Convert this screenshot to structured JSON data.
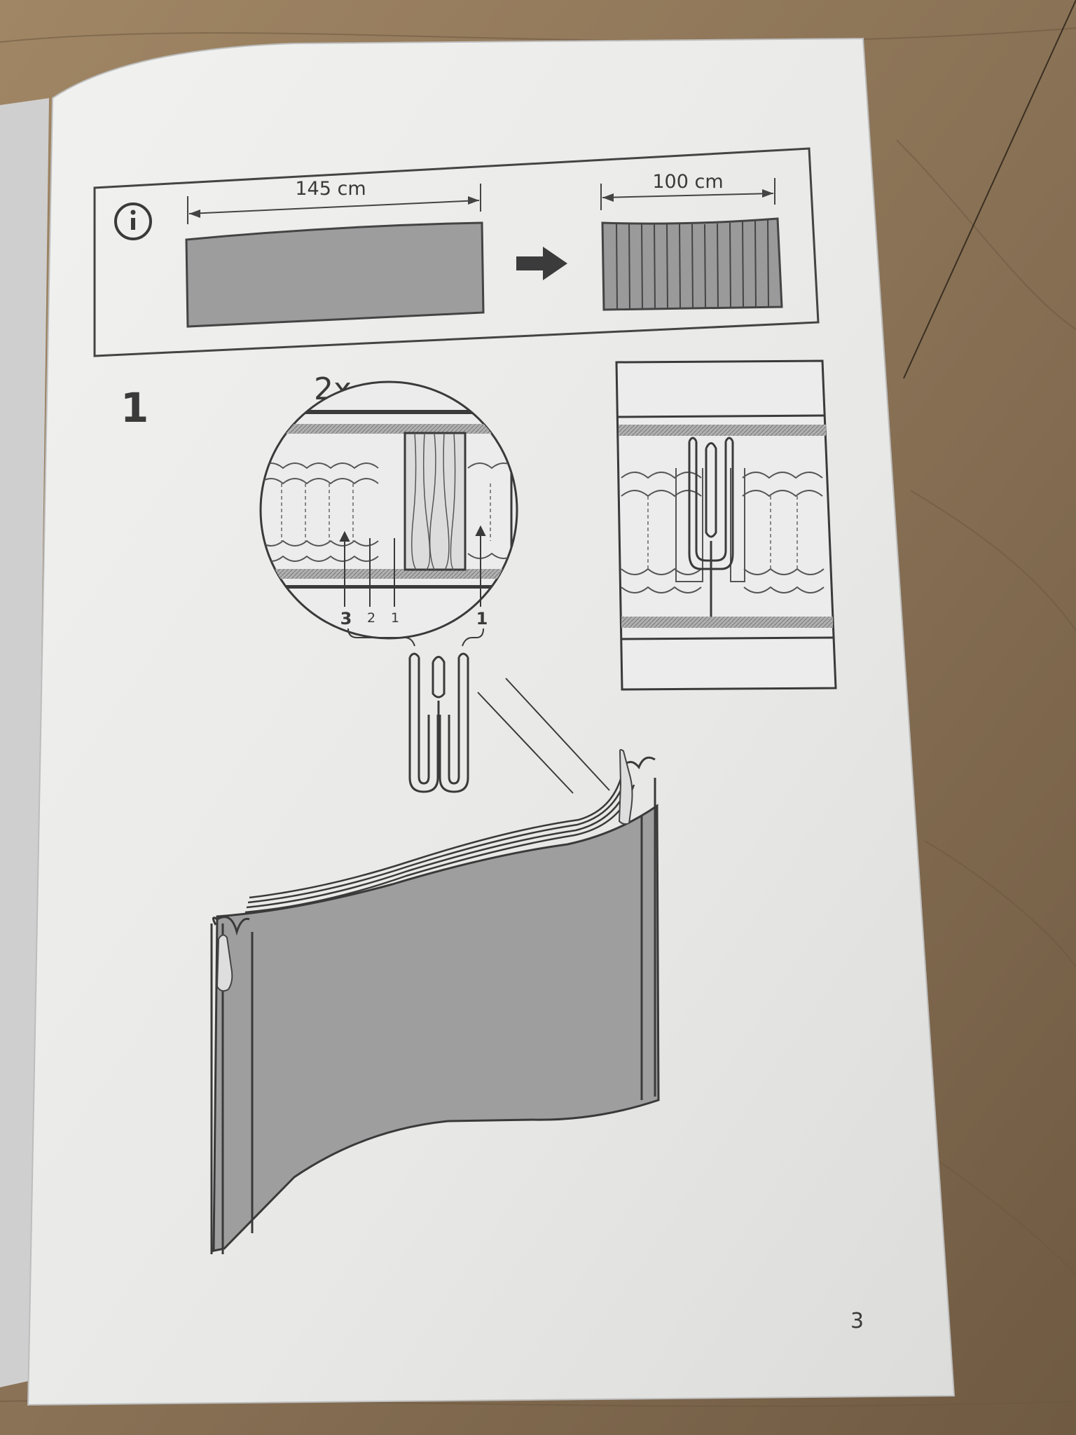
{
  "info_panel": {
    "icon": "info-icon",
    "before_width": "145 cm",
    "after_width": "100 cm",
    "arrow_icon": "right-arrow-icon"
  },
  "step": {
    "number": "1",
    "multiplier": "2x",
    "hook_positions": [
      "3",
      "2",
      "1",
      "1"
    ]
  },
  "page_number": "3",
  "colors": {
    "paper": "#e9e9e9",
    "ink": "#3f3f3f",
    "fabric": "#9c9c9c",
    "wood": "#8a7358"
  }
}
